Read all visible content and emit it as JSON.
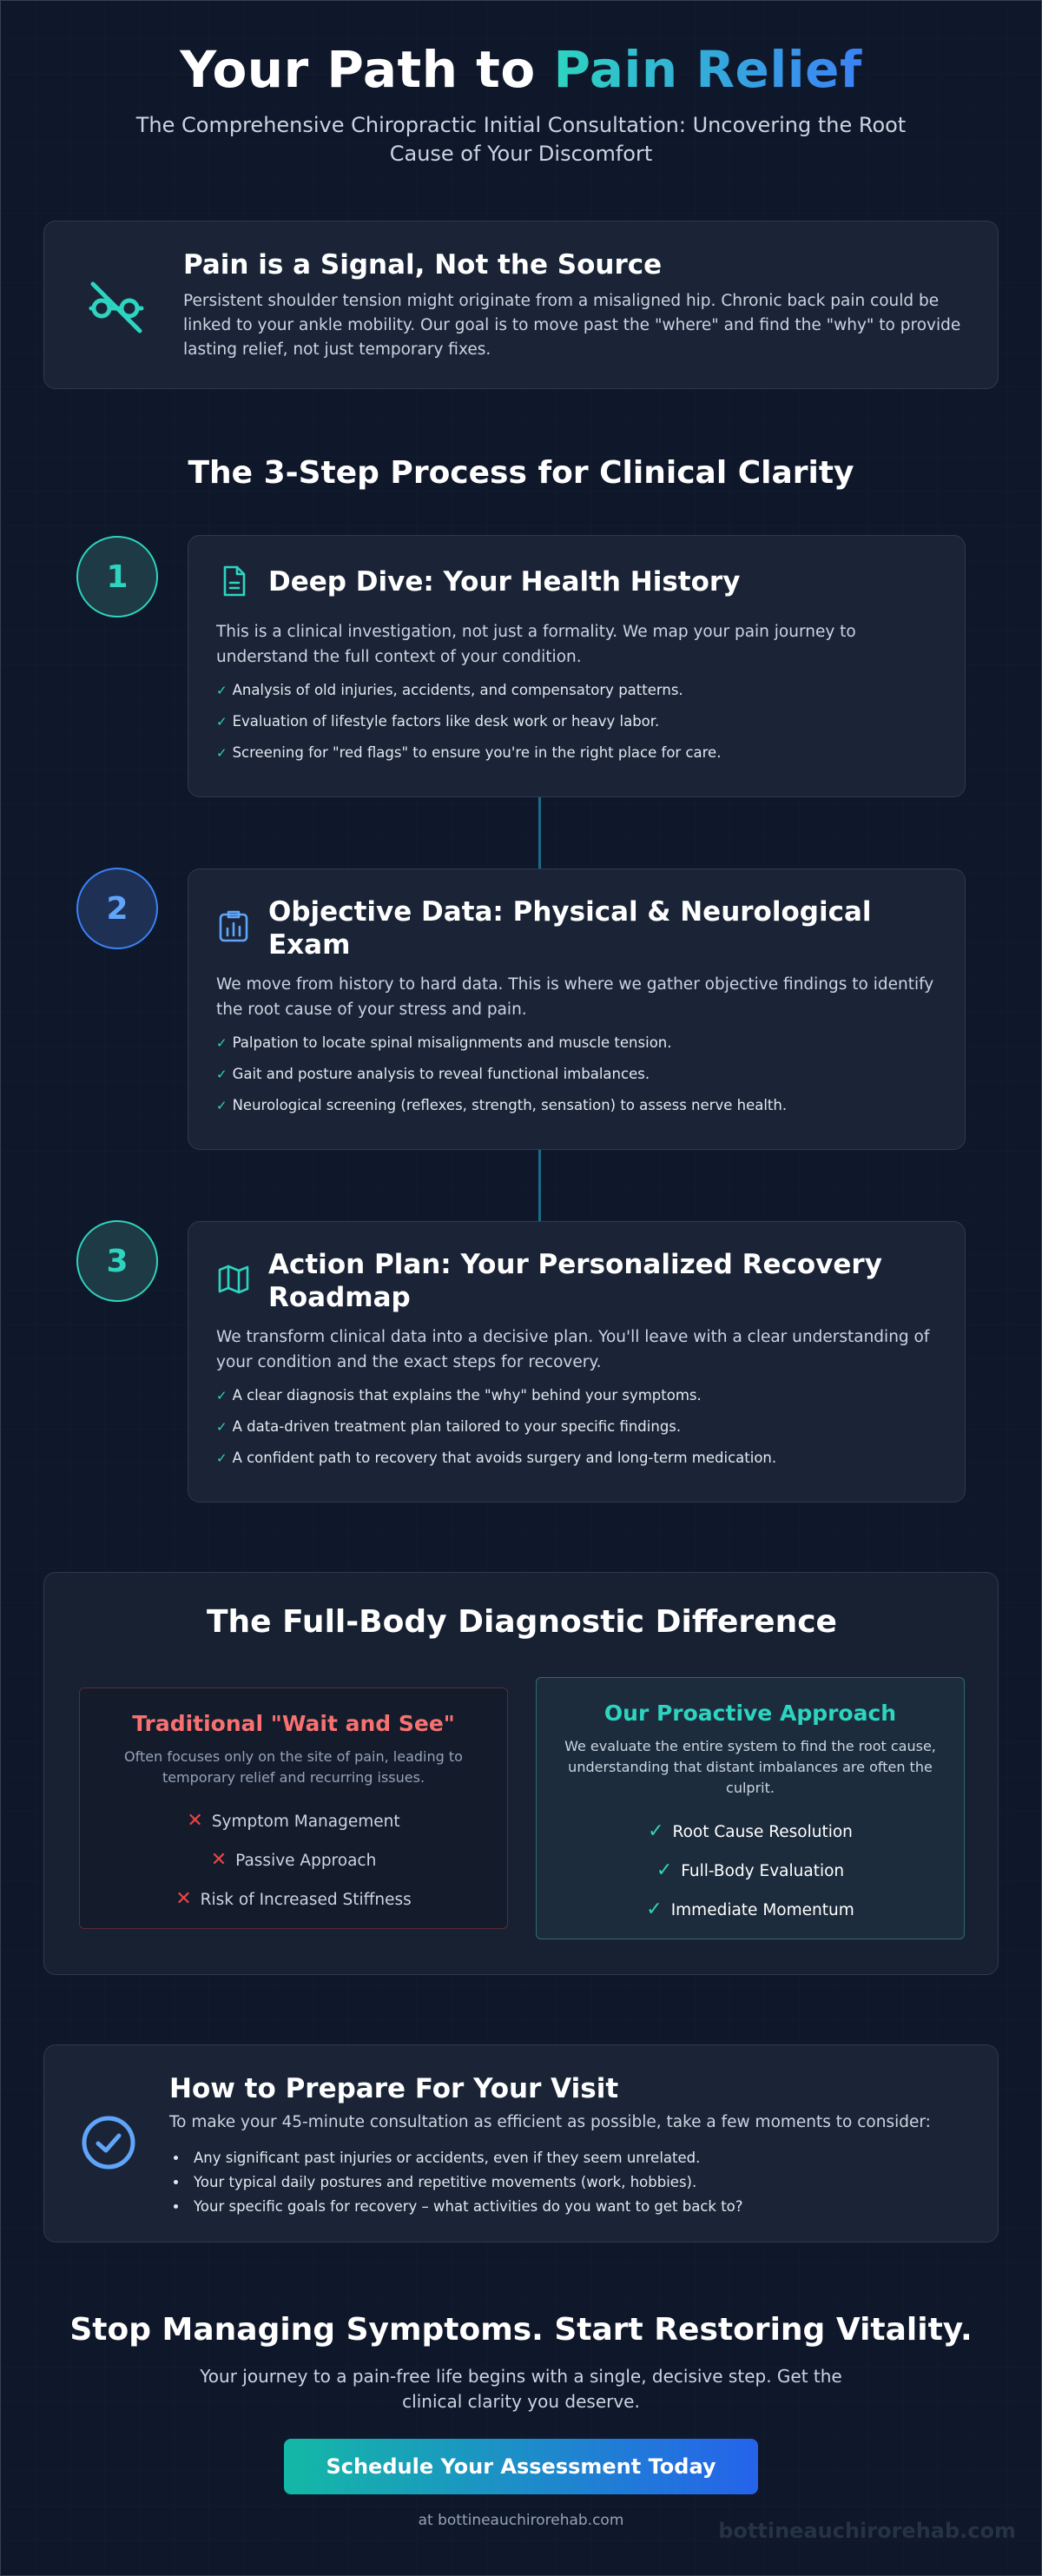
{
  "header": {
    "title_prefix": "Your Path to ",
    "title_highlight": "Pain Relief",
    "subtitle": "The Comprehensive Chiropractic Initial Consultation: Uncovering the Root Cause of Your Discomfort"
  },
  "signal_card": {
    "icon": "pain-signal-icon",
    "title": "Pain is a Signal, Not the Source",
    "text": "Persistent shoulder tension might originate from a misaligned hip. Chronic back pain could be linked to your ankle mobility. Our goal is to move past the \"where\" and find the \"why\" to provide lasting relief, not just temporary fixes."
  },
  "process": {
    "title": "The 3-Step Process for Clinical Clarity",
    "steps": [
      {
        "number": "1",
        "icon": "document-icon",
        "title": "Deep Dive: Your Health History",
        "text": "This is a clinical investigation, not just a formality. We map your pain journey to understand the full context of your condition.",
        "items": [
          "Analysis of old injuries, accidents, and compensatory patterns.",
          "Evaluation of lifestyle factors like desk work or heavy labor.",
          "Screening for \"red flags\" to ensure you're in the right place for care."
        ]
      },
      {
        "number": "2",
        "icon": "clipboard-chart-icon",
        "title": "Objective Data: Physical & Neurological Exam",
        "text": "We move from history to hard data. This is where we gather objective findings to identify the root cause of your stress and pain.",
        "items": [
          "Palpation to locate spinal misalignments and muscle tension.",
          "Gait and posture analysis to reveal functional imbalances.",
          "Neurological screening (reflexes, strength, sensation) to assess nerve health."
        ]
      },
      {
        "number": "3",
        "icon": "map-icon",
        "title": "Action Plan: Your Personalized Recovery Roadmap",
        "text": "We transform clinical data into a decisive plan. You'll leave with a clear understanding of your condition and the exact steps for recovery.",
        "items": [
          "A clear diagnosis that explains the \"why\" behind your symptoms.",
          "A data-driven treatment plan tailored to your specific findings.",
          "A confident path to recovery that avoids surgery and long-term medication."
        ]
      }
    ]
  },
  "diagnostic": {
    "title": "The Full-Body Diagnostic Difference",
    "traditional": {
      "title": "Traditional \"Wait and See\"",
      "text": "Often focuses only on the site of pain, leading to temporary relief and recurring issues.",
      "items": [
        "Symptom Management",
        "Passive Approach",
        "Risk of Increased Stiffness"
      ]
    },
    "proactive": {
      "title": "Our Proactive Approach",
      "text": "We evaluate the entire system to find the root cause, understanding that distant imbalances are often the culprit.",
      "items": [
        "Root Cause Resolution",
        "Full-Body Evaluation",
        "Immediate Momentum"
      ]
    }
  },
  "prepare": {
    "icon": "check-circle-icon",
    "title": "How to Prepare For Your Visit",
    "text": "To make your 45-minute consultation as efficient as possible, take a few moments to consider:",
    "items": [
      "Any significant past injuries or accidents, even if they seem unrelated.",
      "Your typical daily postures and repetitive movements (work, hobbies).",
      "Your specific goals for recovery – what activities do you want to get back to?"
    ]
  },
  "cta": {
    "title": "Stop Managing Symptoms. Start Restoring Vitality.",
    "text": "Your journey to a pain-free life begins with a single, decisive step. Get the clinical clarity you deserve.",
    "button_label": "Schedule Your Assessment Today",
    "site": "at bottineauchirorehab.com",
    "watermark": "bottineauchirorehab.com"
  },
  "colors": {
    "background": "#0f172a",
    "card": "#1a2436",
    "accent_teal": "#2dd4bf",
    "accent_blue": "#3b82f6",
    "negative_red": "#f87171"
  }
}
